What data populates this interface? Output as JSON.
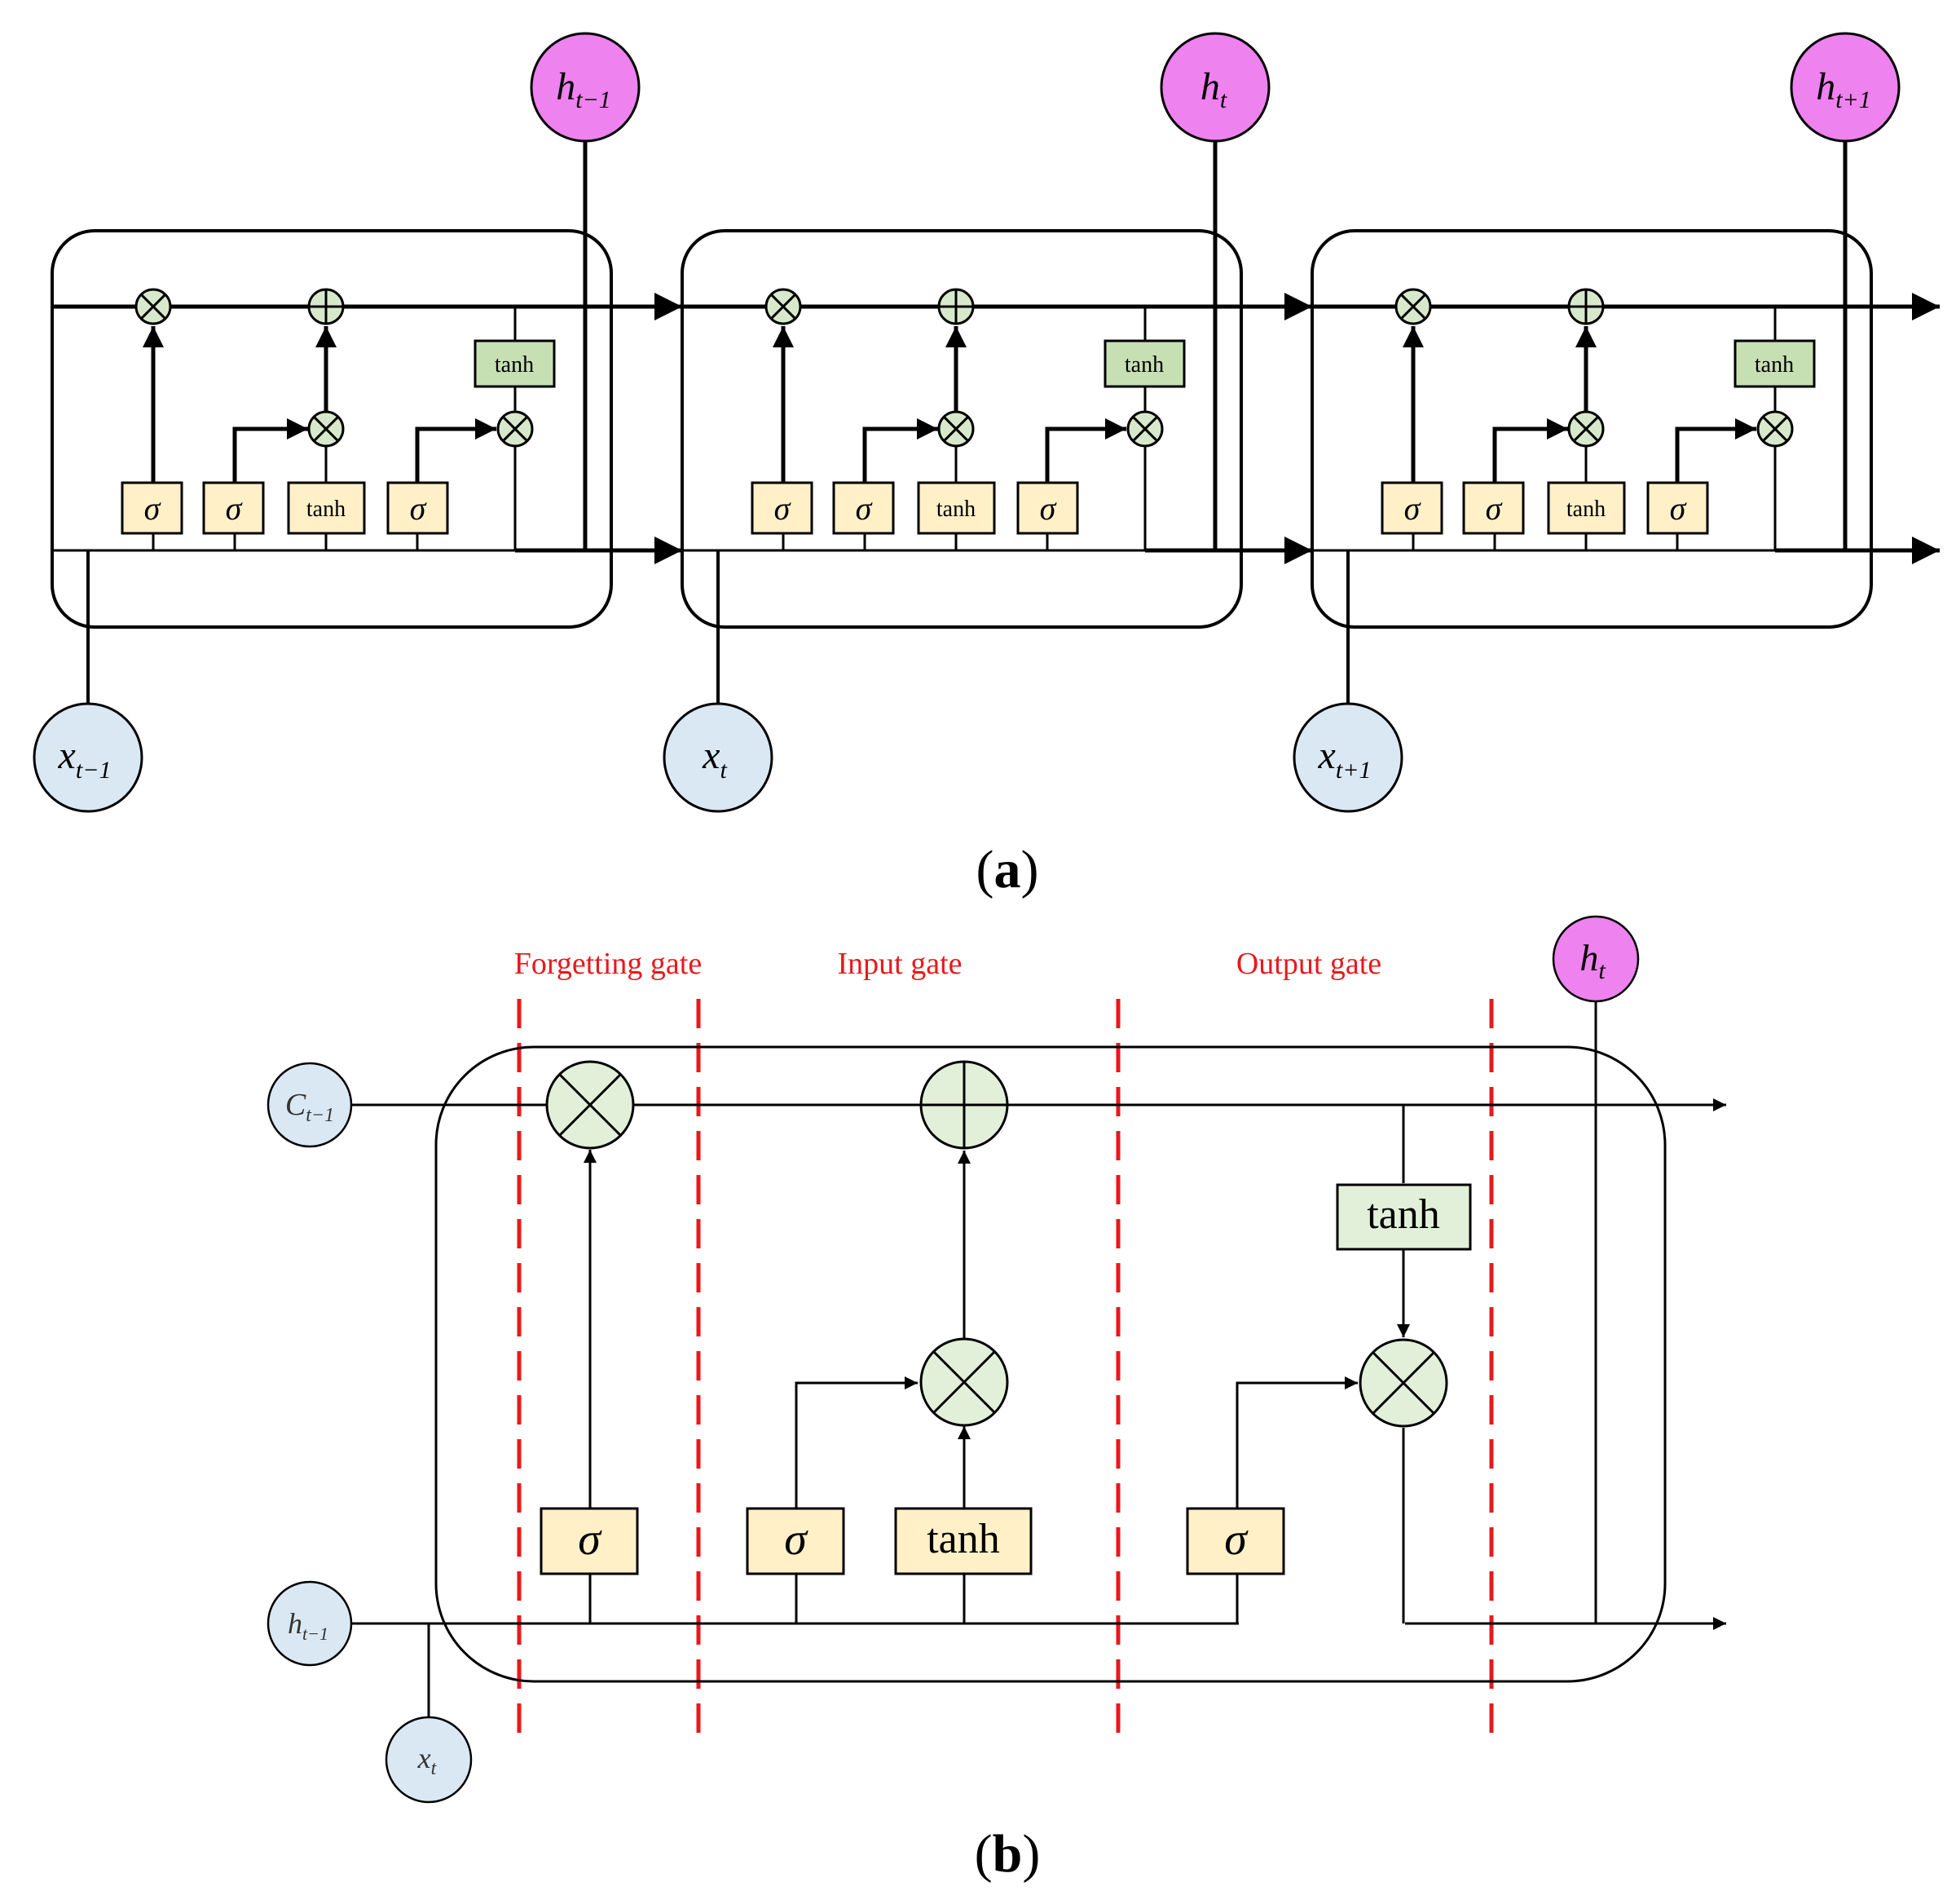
{
  "panel_a": {
    "caption": {
      "open": "(",
      "letter": "a",
      "close": ")"
    },
    "cells": [
      {
        "h_label": {
          "base": "h",
          "sub": "t−1"
        },
        "x_label": {
          "base": "x",
          "sub": "t−1"
        }
      },
      {
        "h_label": {
          "base": "h",
          "sub": "t"
        },
        "x_label": {
          "base": "x",
          "sub": "t"
        }
      },
      {
        "h_label": {
          "base": "h",
          "sub": "t+1"
        },
        "x_label": {
          "base": "x",
          "sub": "t+1"
        }
      }
    ],
    "sigma_symbol": "σ",
    "tanh_label": "tanh"
  },
  "panel_b": {
    "caption": {
      "open": "(",
      "letter": "b",
      "close": ")"
    },
    "gate_labels": {
      "forget": "Forgetting gate",
      "input": "Input gate",
      "output": "Output gate"
    },
    "inputs": {
      "c_prev": {
        "base": "C",
        "sub": "t−1"
      },
      "h_prev": {
        "base": "h",
        "sub": "t−1"
      },
      "x_t": {
        "base": "x",
        "sub": "t"
      }
    },
    "output": {
      "base": "h",
      "sub": "t"
    },
    "sigma_symbol": "σ",
    "tanh_label": "tanh"
  },
  "colors": {
    "h_node": "#EE82EE",
    "x_node": "#DAE8F3",
    "op_node": "#D8E9CB",
    "op_node_b": "#E2EFD9",
    "sigma_box": "#FFF0C8",
    "tanh_box_a": "#C6E0B4",
    "tanh_box_b": "#E2EFD9",
    "gate_divider": "#E8191C",
    "line": "#000000"
  }
}
